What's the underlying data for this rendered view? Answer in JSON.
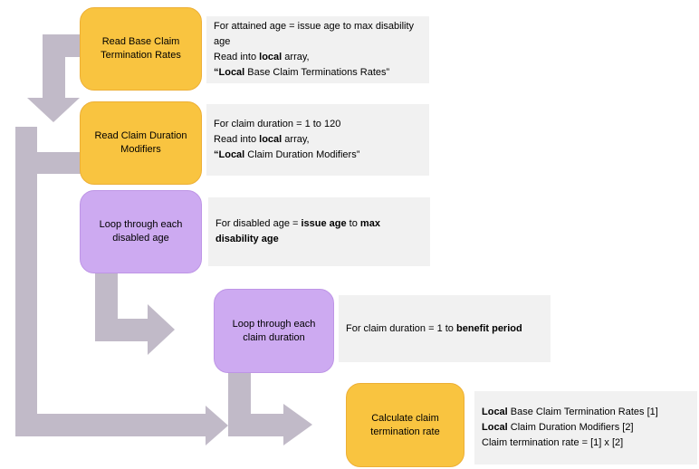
{
  "colors": {
    "yellow": "#F9C440",
    "yellow-border": "#EDAF35",
    "purple": "#CDAAF1",
    "purple-border": "#BE95E6",
    "arrow": "#C1BAC8",
    "note-bg": "#F1F1F1",
    "text": "#000000"
  },
  "flowchart": {
    "boxes": [
      {
        "id": "read-base-rates",
        "color": "yellow",
        "label": "Read Base Claim\nTermination Rates"
      },
      {
        "id": "read-duration-modifiers",
        "color": "yellow",
        "label": "Read Claim Duration\nModifiers"
      },
      {
        "id": "loop-disabled-age",
        "color": "purple",
        "label": "Loop through each\ndisabled age"
      },
      {
        "id": "loop-claim-duration",
        "color": "purple",
        "label": "Loop through each\nclaim duration"
      },
      {
        "id": "calculate-rate",
        "color": "yellow",
        "label": "Calculate claim\ntermination rate"
      }
    ],
    "notes": [
      {
        "id": "note-read-base-rates",
        "lines": [
          [
            {
              "text": "For attained age = issue age to max disability age",
              "bold": false
            }
          ],
          [
            {
              "text": "Read into ",
              "bold": false
            },
            {
              "text": "local",
              "bold": true
            },
            {
              "text": " array,",
              "bold": false
            }
          ],
          [
            {
              "text": "“Local",
              "bold": true
            },
            {
              "text": " Base Claim Terminations Rates”",
              "bold": false
            }
          ]
        ]
      },
      {
        "id": "note-read-duration-modifiers",
        "lines": [
          [
            {
              "text": "For claim duration = 1 to 120",
              "bold": false
            }
          ],
          [
            {
              "text": "Read into ",
              "bold": false
            },
            {
              "text": "local",
              "bold": true
            },
            {
              "text": " array,",
              "bold": false
            }
          ],
          [
            {
              "text": "“Local",
              "bold": true
            },
            {
              "text": " Claim Duration Modifiers”",
              "bold": false
            }
          ]
        ]
      },
      {
        "id": "note-loop-disabled-age",
        "lines": [
          [
            {
              "text": "For disabled age = ",
              "bold": false
            },
            {
              "text": "issue age",
              "bold": true
            },
            {
              "text": " to ",
              "bold": false
            },
            {
              "text": "max disability age",
              "bold": true
            }
          ]
        ]
      },
      {
        "id": "note-loop-claim-duration",
        "lines": [
          [
            {
              "text": "For claim duration = 1 to ",
              "bold": false
            },
            {
              "text": "benefit period",
              "bold": true
            }
          ]
        ]
      },
      {
        "id": "note-calculate-rate",
        "lines": [
          [
            {
              "text": "Local",
              "bold": true
            },
            {
              "text": " Base Claim Termination Rates [1]",
              "bold": false
            }
          ],
          [
            {
              "text": "Local",
              "bold": true
            },
            {
              "text": " Claim Duration Modifiers [2]",
              "bold": false
            }
          ],
          [
            {
              "text": "Claim termination rate = [1] x [2]",
              "bold": false
            }
          ]
        ]
      }
    ]
  }
}
